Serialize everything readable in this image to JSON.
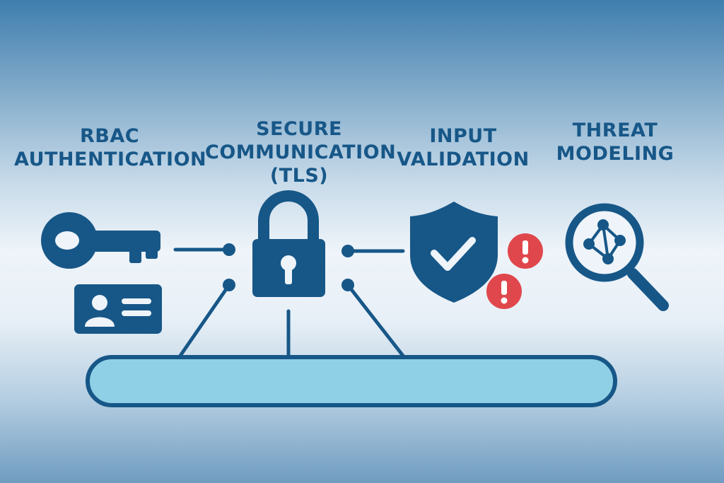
{
  "labels": {
    "rbac": {
      "line1": "RBAC",
      "line2": "AUTHENTICATION"
    },
    "secure": {
      "line1": "SECURE",
      "line2": "COMMUNICATION",
      "line3": "(TLS)"
    },
    "input": {
      "line1": "INPUT",
      "line2": "VALIDATION"
    },
    "threat": {
      "line1": "THREAT",
      "line2": "MODELING"
    }
  },
  "icons": [
    "key-icon",
    "id-card-icon",
    "padlock-icon",
    "shield-check-icon",
    "alert-icon",
    "magnifier-network-icon"
  ],
  "colors": {
    "primary": "#175788",
    "alert": "#e0474c",
    "bar_fill": "#8fd0e6",
    "bg_top": "#3f7eae"
  }
}
